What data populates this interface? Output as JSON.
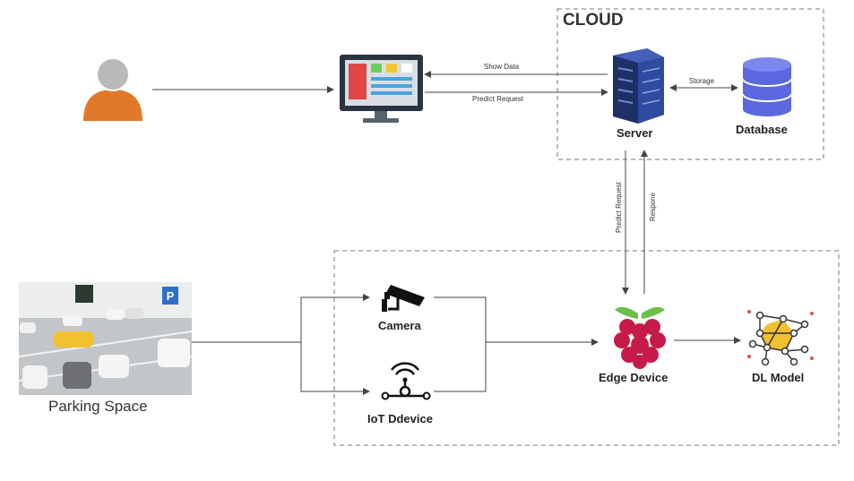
{
  "cloud": {
    "title": "CLOUD"
  },
  "nodes": {
    "user": "",
    "monitor": "",
    "server": "Server",
    "database": "Database",
    "parking": "Parking Space",
    "camera": "Camera",
    "iot": "IoT Ddevice",
    "edge": "Edge Device",
    "dl": "DL Model"
  },
  "edges": {
    "show_data": "Show Data",
    "predict_request_h": "Predict Request",
    "storage": "Storage",
    "predict_request_v": "Predict Request",
    "response_v": "Respone"
  },
  "icons": {
    "user": "user-avatar-icon",
    "monitor": "dashboard-monitor-icon",
    "server": "server-rack-icon",
    "database": "database-icon",
    "camera": "cctv-camera-icon",
    "iot": "iot-device-icon",
    "edge": "raspberry-pi-icon",
    "dl": "neural-network-icon",
    "parking": "parking-lot-photo"
  },
  "colors": {
    "user_body": "#e07a2a",
    "user_head": "#b9b9b9",
    "server": "#243a7a",
    "database": "#5b68e0",
    "raspberry": "#c51a4a",
    "leaf": "#6cc04a",
    "dl_node": "#f3c130"
  }
}
